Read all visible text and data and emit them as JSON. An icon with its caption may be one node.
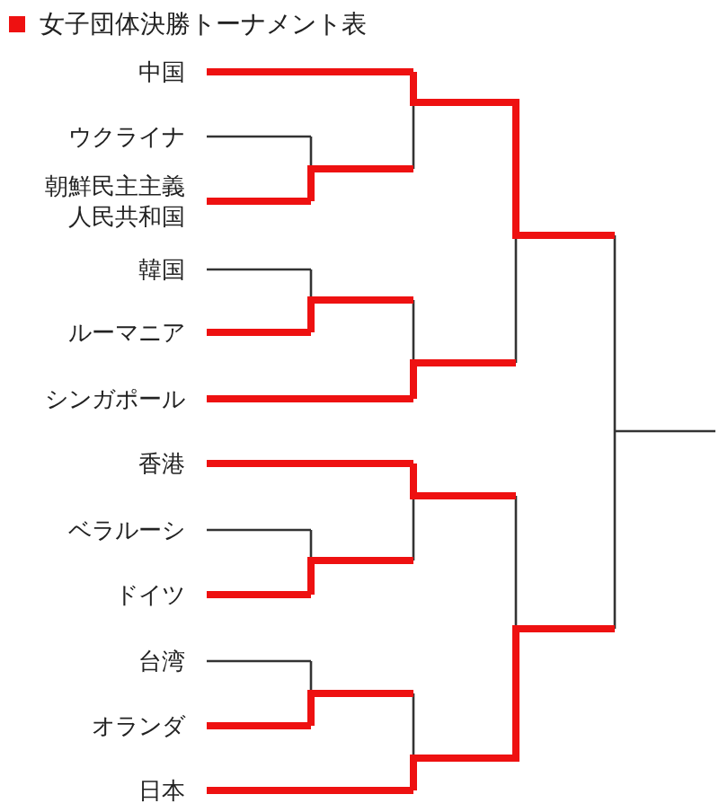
{
  "diagram": {
    "title": "女子団体決勝トーナメント表",
    "nodes": [
      {
        "text": [
          "中国"
        ]
      },
      {
        "text": [
          "ウクライナ"
        ]
      },
      {
        "text": [
          "朝鮮民主主義人民共和国"
        ]
      },
      {
        "text": [
          "韓国"
        ]
      },
      {
        "text": [
          "ルーマニア"
        ]
      },
      {
        "text": [
          "シンガポール"
        ]
      },
      {
        "text": [
          "香港"
        ]
      },
      {
        "text": [
          "ベラルーシ"
        ]
      },
      {
        "text": [
          "ドイツ"
        ]
      },
      {
        "text": [
          "台湾"
        ]
      },
      {
        "text": [
          "オランダ"
        ]
      },
      {
        "text": [
          "日本"
        ]
      }
    ],
    "edges": [
      {
        "from": 0,
        "to": null,
        "arrow": "none"
      },
      {
        "from": 1,
        "to": null,
        "arrow": "none",
        "color": "#333333"
      },
      {
        "from": 2,
        "to": null,
        "arrow": "none"
      },
      {
        "from": 3,
        "to": null,
        "arrow": "none",
        "color": "#333333"
      },
      {
        "from": 4,
        "to": null,
        "arrow": "none"
      },
      {
        "from": 5,
        "to": null,
        "arrow": "none"
      },
      {
        "from": 6,
        "to": null,
        "arrow": "none"
      },
      {
        "from": 7,
        "to": null,
        "arrow": "none",
        "color": "#333333"
      },
      {
        "from": 8,
        "to": null,
        "arrow": "none"
      },
      {
        "from": 9,
        "to": null,
        "arrow": "none",
        "color": "#333333"
      },
      {
        "from": 10,
        "to": null,
        "arrow": "none"
      },
      {
        "from": 11,
        "to": null,
        "arrow": "none"
      }
    ]
  }
}
